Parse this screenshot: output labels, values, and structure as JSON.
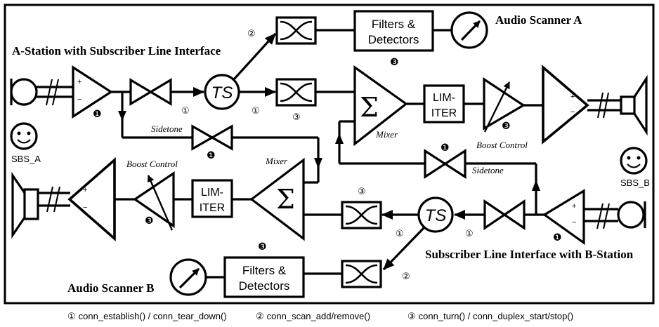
{
  "titles": {
    "a_station": "A-Station with Subscriber Line Interface",
    "b_station": "Subscriber Line Interface with B-Station",
    "scanner_a": "Audio Scanner A",
    "scanner_b": "Audio Scanner B"
  },
  "blocks": {
    "filters_line1": "Filters &",
    "filters_line2": "Detectors",
    "limiter_line1": "LIM-",
    "limiter_line2": "ITER",
    "ts": "TS",
    "sigma": "Σ",
    "mixer": "Mixer",
    "sidetone": "Sidetone",
    "boost_control": "Boost Control",
    "sbs_a": "SBS_A",
    "sbs_b": "SBS_B",
    "plus": "+",
    "minus": "−"
  },
  "markers": {
    "circled_1": "①",
    "circled_2": "②",
    "circled_3": "③",
    "neg_1": "❶",
    "neg_3": "❸"
  },
  "legend": [
    {
      "marker": "①",
      "text": "conn_establish() / conn_tear_down()"
    },
    {
      "marker": "②",
      "text": "conn_scan_add/remove()"
    },
    {
      "marker": "③",
      "text": "conn_turn() / conn_duplex_start/stop()"
    }
  ]
}
